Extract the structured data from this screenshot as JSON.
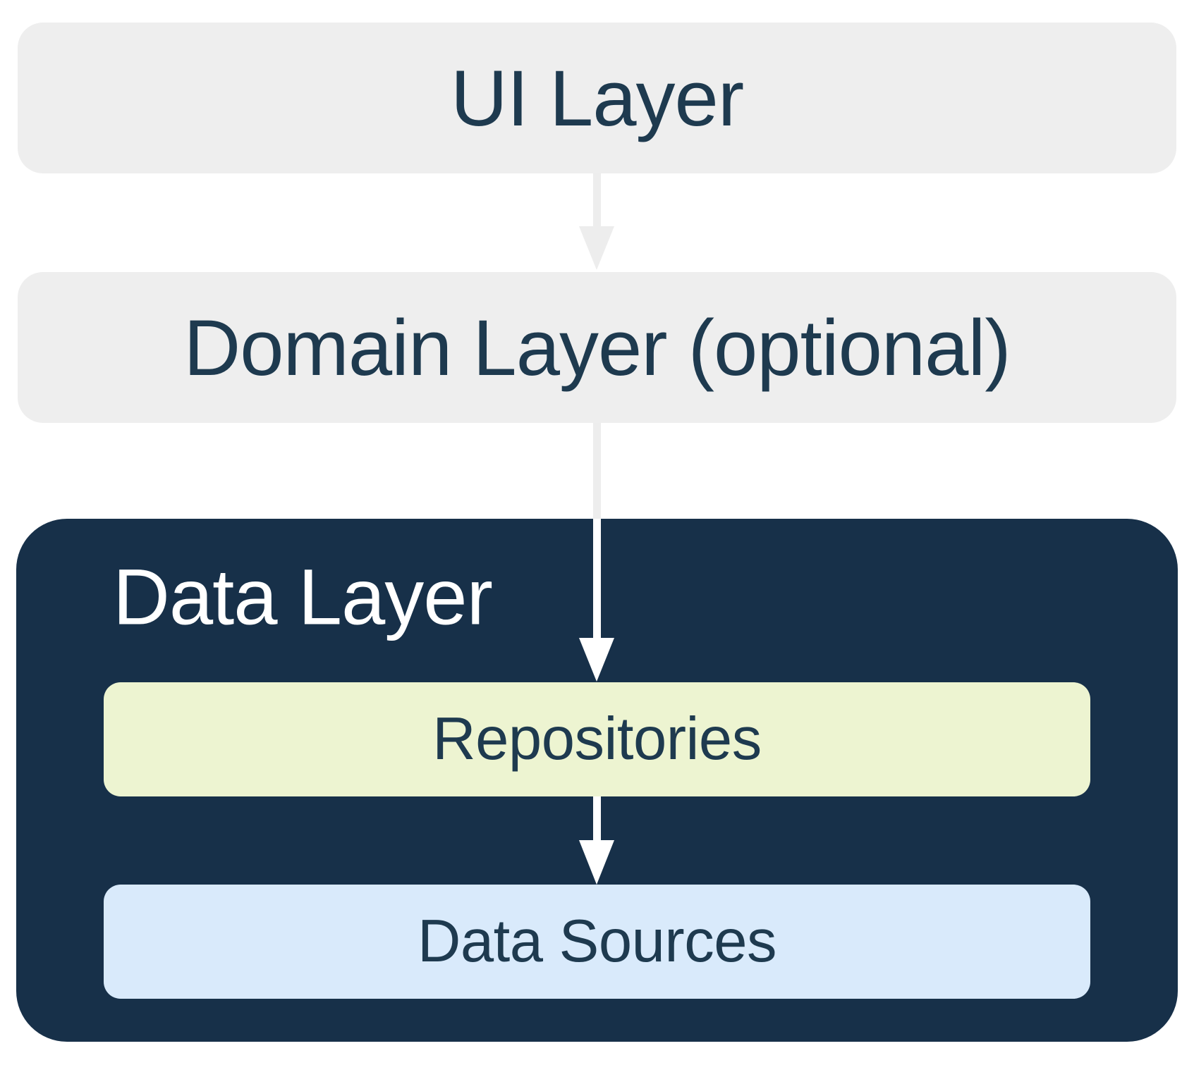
{
  "diagram": {
    "nodes": {
      "ui_layer": {
        "label": "UI Layer"
      },
      "domain_layer": {
        "label": "Domain Layer (optional)"
      },
      "data_layer": {
        "label": "Data Layer"
      },
      "repositories": {
        "label": "Repositories"
      },
      "data_sources": {
        "label": "Data Sources"
      }
    },
    "edges": [
      {
        "from": "ui_layer",
        "to": "domain_layer"
      },
      {
        "from": "domain_layer",
        "to": "repositories"
      },
      {
        "from": "repositories",
        "to": "data_sources"
      }
    ],
    "colors": {
      "background": "#FFFFFF",
      "light_box": "#EEEEEE",
      "dark_box": "#173049",
      "navy_text": "#1E3A4F",
      "repositories_fill": "#EDF4D1",
      "data_sources_fill": "#D9EAFB",
      "arrow_gray": "#EDEDED",
      "arrow_white": "#FFFFFF"
    }
  }
}
